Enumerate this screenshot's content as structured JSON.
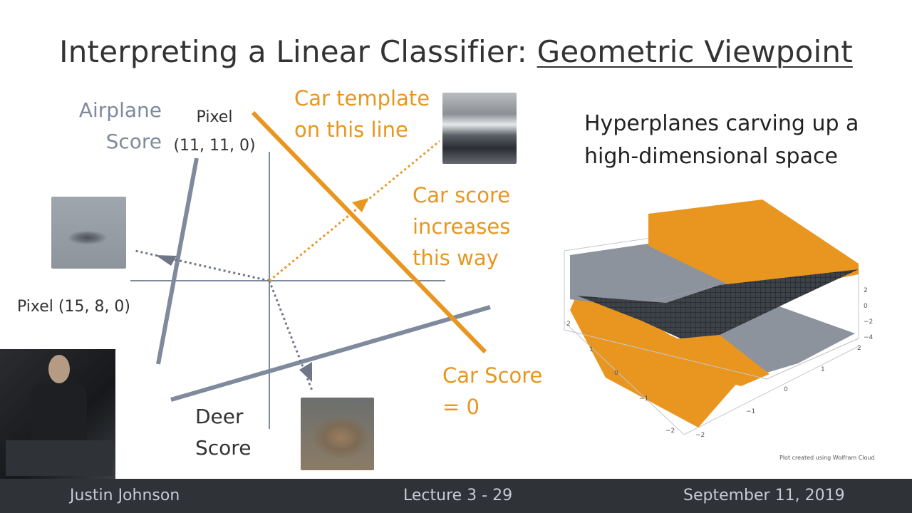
{
  "title": {
    "main": "Interpreting a Linear Classifier: ",
    "emphasis": "Geometric Viewpoint"
  },
  "diagram": {
    "airplane_score": [
      "Airplane",
      "Score"
    ],
    "pixel_y": [
      "Pixel",
      "(11, 11, 0)"
    ],
    "pixel_x": "Pixel (15, 8, 0)",
    "car_template": [
      "Car template",
      "on this line"
    ],
    "car_increases": [
      "Car score",
      "increases",
      "this way"
    ],
    "car_score_zero": [
      "Car Score",
      "= 0"
    ],
    "deer_score": [
      "Deer",
      "Score"
    ]
  },
  "side_note": [
    "Hyperplanes carving up a",
    "high-dimensional space"
  ],
  "plot": {
    "caption": "Plot created using Wolfram Cloud",
    "z_ticks": [
      "2",
      "0",
      "−2",
      "−4"
    ],
    "x_ticks": [
      "2",
      "1",
      "0",
      "−1",
      "−2"
    ],
    "y_ticks": [
      "2",
      "1",
      "0",
      "−1",
      "−2"
    ]
  },
  "footer": {
    "author": "Justin Johnson",
    "lecture": "Lecture 3 - 29",
    "date": "September 11, 2019"
  },
  "colors": {
    "orange": "#e8961f",
    "gray_line": "#7f8a9c",
    "dotted": "#6f7787",
    "footer_bg": "#2f3236"
  },
  "icons": [
    "airplane-thumbnail",
    "car-thumbnail",
    "deer-thumbnail",
    "presenter-video"
  ]
}
